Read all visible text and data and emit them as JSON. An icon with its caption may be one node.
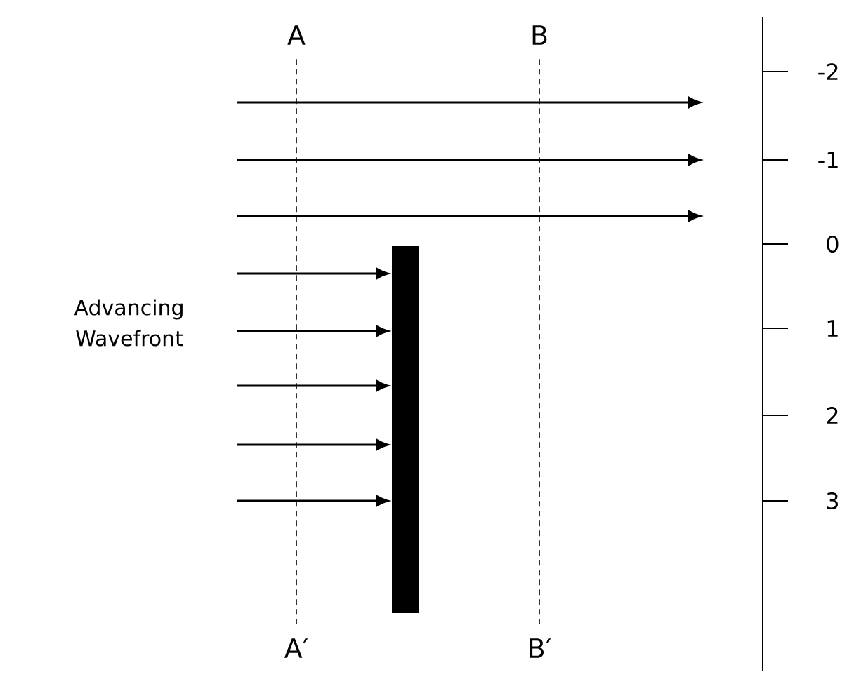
{
  "diagram": {
    "nodes": [
      {
        "text": [
          "A"
        ]
      },
      {
        "text": [
          "B"
        ]
      },
      {
        "text": [
          "A′"
        ]
      },
      {
        "text": [
          "B′"
        ]
      },
      {
        "text": [],
        "shape": "bar"
      }
    ],
    "edges": [
      {
        "from": 0,
        "to": 2,
        "arrow": "none",
        "style": "dashed"
      },
      {
        "from": 1,
        "to": 3,
        "arrow": "none",
        "style": "dashed"
      },
      {
        "from": null,
        "to": 4,
        "arrow": "to"
      },
      {
        "from": null,
        "to": 4,
        "arrow": "to"
      },
      {
        "from": null,
        "to": 4,
        "arrow": "to"
      },
      {
        "from": null,
        "to": 4,
        "arrow": "to"
      },
      {
        "from": null,
        "to": 4,
        "arrow": "to"
      }
    ],
    "labels": [
      "Advancing Wavefront",
      "-2",
      "-1",
      "0",
      "1",
      "2",
      "3"
    ]
  }
}
